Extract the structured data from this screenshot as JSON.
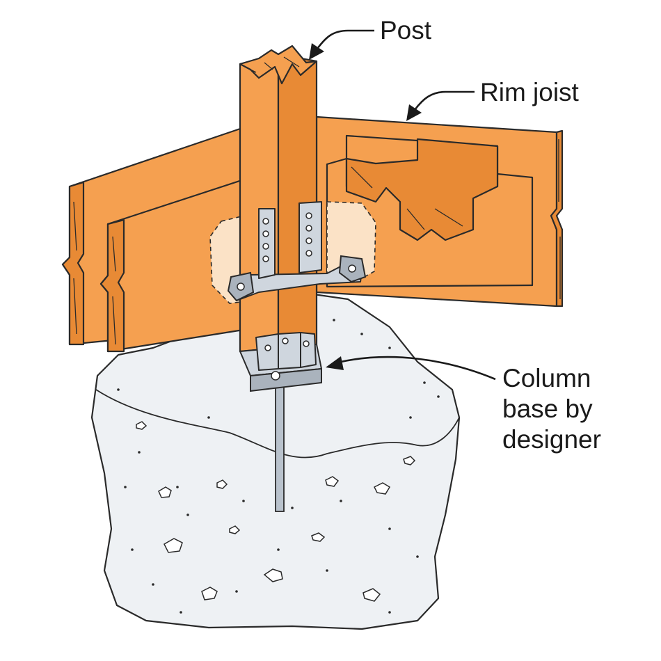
{
  "callouts": {
    "post": "Post",
    "rim_joist": "Rim joist",
    "column_base_line1": "Column",
    "column_base_line2": "base by",
    "column_base_line3": "designer"
  },
  "colors": {
    "wood": "#f5a050",
    "metal": "#cfd6de",
    "concrete": "#eef1f4"
  }
}
